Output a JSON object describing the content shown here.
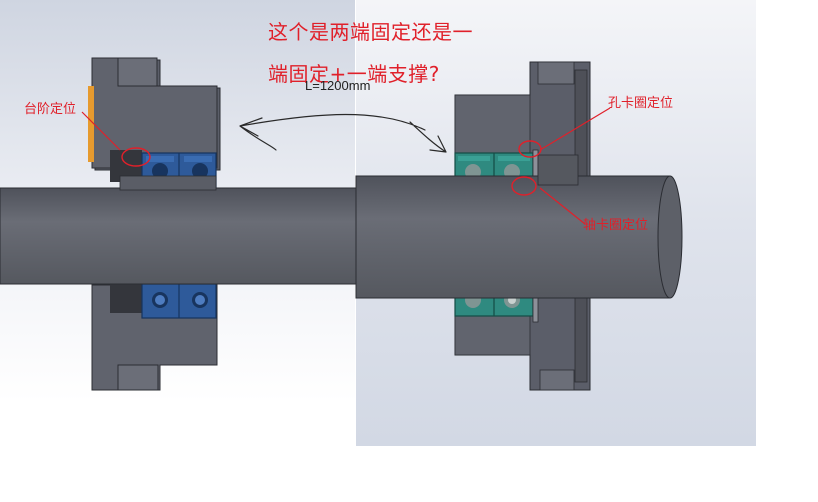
{
  "question": {
    "line1": "这个是两端固定还是一",
    "line2": "端固定+一端支撑?"
  },
  "length_label": "L=1200mm",
  "annotations": {
    "step_locating": "台阶定位",
    "hole_circlip_locating": "孔卡圈定位",
    "shaft_circlip_locating": "轴卡圈定位"
  },
  "colors": {
    "annotation_red": "#e0202a",
    "housing": "#5b5e69",
    "shaft": "#5d6068",
    "bearing_left": "#2e5a9a",
    "bearing_right": "#2f8a80",
    "spacer_orange": "#e69a2e"
  }
}
